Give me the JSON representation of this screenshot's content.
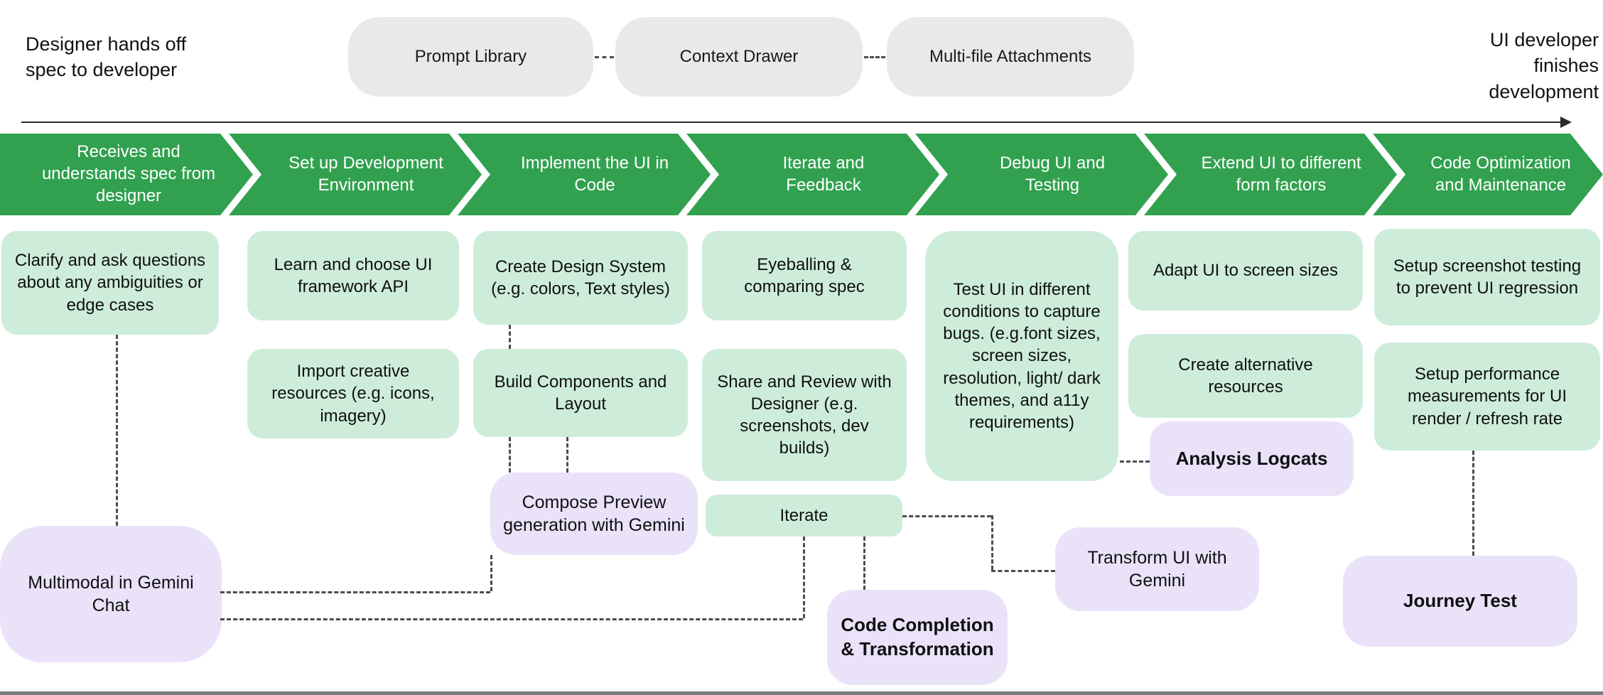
{
  "header": {
    "left_label": "Designer hands off spec to developer",
    "right_label": "UI developer finishes development",
    "pills": [
      {
        "label": "Prompt Library"
      },
      {
        "label": "Context Drawer"
      },
      {
        "label": "Multi-file Attachments"
      }
    ]
  },
  "stages": [
    "Receives and understands spec from designer",
    "Set up Development Environment",
    "Implement the UI in Code",
    "Iterate and Feedback",
    "Debug UI and Testing",
    "Extend UI to different form factors",
    "Code Optimization and Maintenance"
  ],
  "tasks": {
    "clarify": "Clarify and ask questions about any ambiguities or edge cases",
    "learn_api": "Learn and choose UI framework API",
    "import_resources": "Import creative resources (e.g. icons, imagery)",
    "design_system": "Create Design System (e.g. colors, Text styles)",
    "build_components": "Build Components and Layout",
    "eyeballing": "Eyeballing & comparing spec",
    "share_review": "Share and Review with Designer (e.g. screenshots, dev builds)",
    "iterate": "Iterate",
    "test_ui": "Test UI in different conditions to capture bugs. (e.g.font sizes, screen sizes, resolution, light/ dark themes, and a11y requirements)",
    "adapt_ui": "Adapt UI to screen sizes",
    "create_alt": "Create alternative resources",
    "screenshot_testing": "Setup screenshot testing to prevent UI regression",
    "performance": "Setup performance measurements for UI render / refresh rate"
  },
  "gemini": {
    "multimodal": "Multimodal in Gemini Chat",
    "compose_preview": "Compose Preview generation with Gemini",
    "code_completion": "Code Completion & Transformation",
    "transform_ui": "Transform UI with Gemini",
    "analysis_logcats": "Analysis Logcats",
    "journey_test": "Journey Test"
  },
  "colors": {
    "stage_green": "#31A14F",
    "task_green": "#CDEDDA",
    "gemini_purple": "#E9E2F9",
    "pill_gray": "#E9E9EA",
    "connector_gray": "#4d4d4d"
  }
}
